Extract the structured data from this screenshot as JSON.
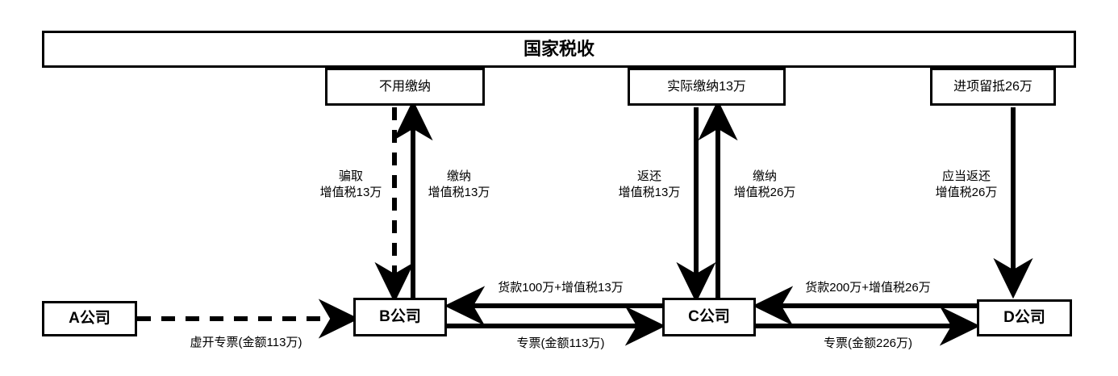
{
  "diagram": {
    "title": "国家税收",
    "tax_boxes": [
      {
        "id": "b-tax",
        "label": "不用缴纳"
      },
      {
        "id": "c-tax",
        "label": "实际缴纳13万"
      },
      {
        "id": "d-tax",
        "label": "进项留抵26万"
      }
    ],
    "companies": [
      {
        "id": "a",
        "label": "A公司"
      },
      {
        "id": "b",
        "label": "B公司"
      },
      {
        "id": "c",
        "label": "C公司"
      },
      {
        "id": "d",
        "label": "D公司"
      }
    ],
    "vertical_labels": [
      {
        "id": "b-defraud",
        "line1": "骗取",
        "line2": "增值税13万",
        "style": "dashed",
        "direction": "down"
      },
      {
        "id": "b-pay",
        "line1": "缴纳",
        "line2": "增值税13万",
        "style": "solid",
        "direction": "up"
      },
      {
        "id": "c-refund",
        "line1": "返还",
        "line2": "增值税13万",
        "style": "solid",
        "direction": "down"
      },
      {
        "id": "c-pay",
        "line1": "缴纳",
        "line2": "增值税26万",
        "style": "solid",
        "direction": "up"
      },
      {
        "id": "d-should-refund",
        "line1": "应当返还",
        "line2": "增值税26万",
        "style": "solid",
        "direction": "down"
      }
    ],
    "horizontal_labels": [
      {
        "id": "a-to-b",
        "text": "虚开专票(金额113万)",
        "style": "dashed",
        "direction": "right"
      },
      {
        "id": "c-to-b-payment",
        "text": "货款100万+增值税13万",
        "style": "solid",
        "direction": "left"
      },
      {
        "id": "b-to-c-invoice",
        "text": "专票(金额113万)",
        "style": "solid",
        "direction": "right"
      },
      {
        "id": "d-to-c-payment",
        "text": "货款200万+增值税26万",
        "style": "solid",
        "direction": "left"
      },
      {
        "id": "c-to-d-invoice",
        "text": "专票(金额226万)",
        "style": "solid",
        "direction": "right"
      }
    ],
    "colors": {
      "stroke": "#000000",
      "background": "#ffffff"
    }
  }
}
